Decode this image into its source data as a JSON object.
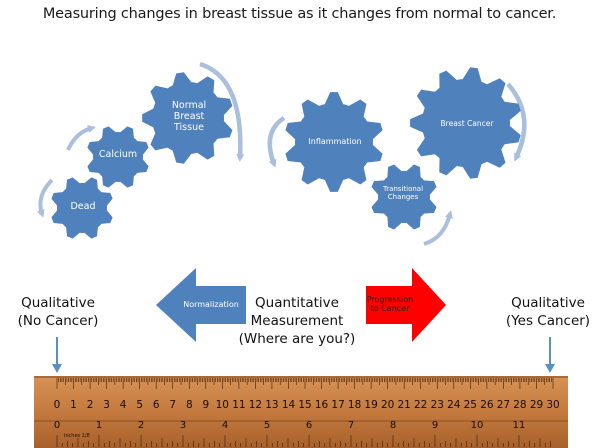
{
  "title": "Measuring changes in breast tissue as it changes from normal to cancer.",
  "gears": {
    "dead": "Dead",
    "calcium": "Calcium",
    "normal": "Normal Breast Tissue",
    "inflammation": "Inflammation",
    "breast_cancer": "Breast Cancer",
    "transitional": "Transitional Changes"
  },
  "left_label": {
    "line1": "Qualitative",
    "line2": "(No Cancer)"
  },
  "right_label": {
    "line1": "Qualitative",
    "line2": "(Yes Cancer)"
  },
  "center_label": {
    "line1": "Quantitative",
    "line2": "Measurement",
    "line3": "(Where are you?)"
  },
  "left_arrow": {
    "text": "Normalization",
    "color": "#4f81bd"
  },
  "right_arrow": {
    "line1": "Progression",
    "line2": "to Cancer",
    "color": "#ff0000"
  },
  "ruler": {
    "top_numbers": [
      "0",
      "1",
      "2",
      "3",
      "4",
      "5",
      "6",
      "7",
      "8",
      "9",
      "10",
      "11",
      "12",
      "13",
      "14",
      "15",
      "16",
      "17",
      "18",
      "19",
      "20",
      "21",
      "22",
      "23",
      "24",
      "25",
      "26",
      "27",
      "28",
      "29",
      "30"
    ],
    "bottom_numbers": [
      "0",
      "1",
      "2",
      "3",
      "4",
      "5",
      "6",
      "7",
      "8",
      "9",
      "10",
      "11"
    ],
    "unit_label": "inches 1/8"
  },
  "colors": {
    "gear": "#4f81bd",
    "cycle_arrow": "#a9bfdc",
    "marker_arrow": "#5b8fc7",
    "ruler": "#c47a3e"
  }
}
